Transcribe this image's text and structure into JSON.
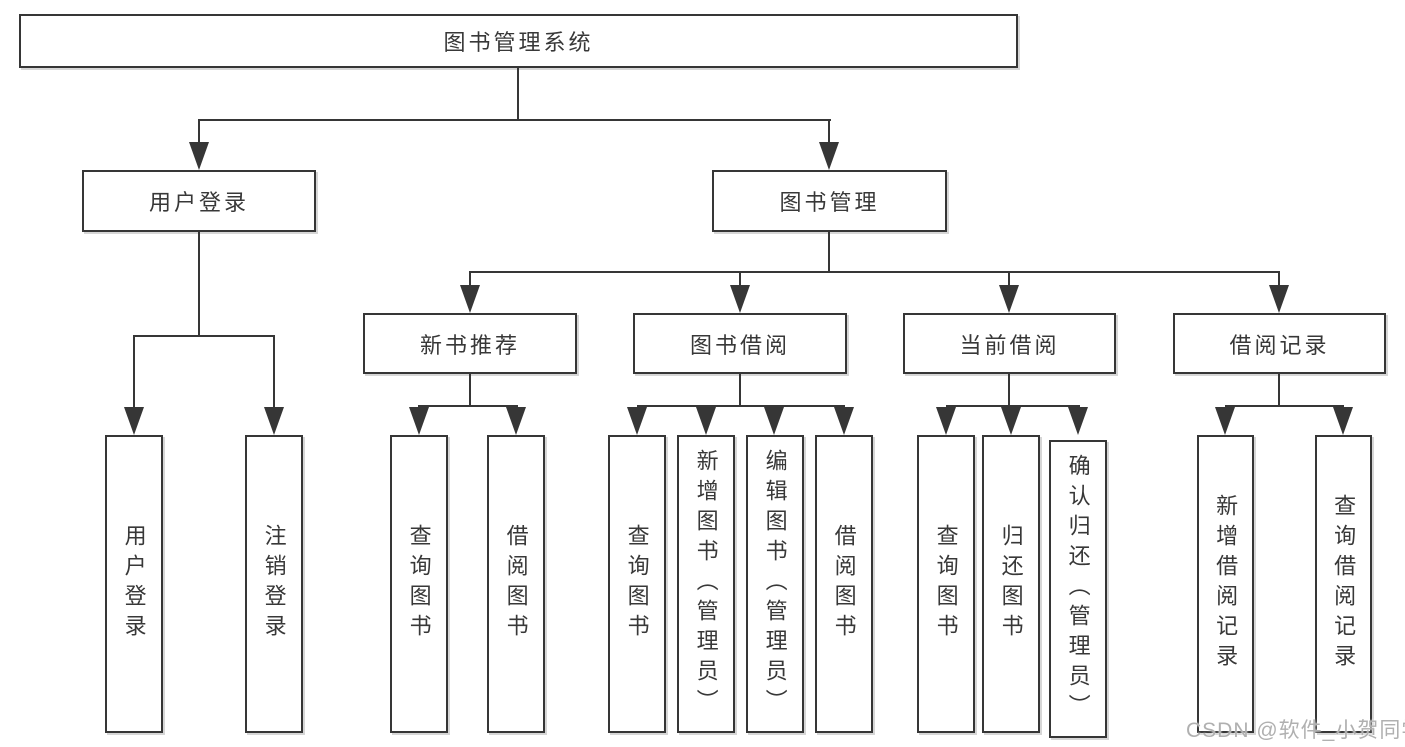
{
  "colors": {
    "line": "#363636",
    "text": "#383838",
    "background": "#ffffff",
    "watermark": "#b0b0b0"
  },
  "tree": {
    "root": {
      "label": "图书管理系统"
    },
    "level2": [
      {
        "label": "用户登录"
      },
      {
        "label": "图书管理"
      }
    ],
    "level3": [
      {
        "label": "新书推荐"
      },
      {
        "label": "图书借阅"
      },
      {
        "label": "当前借阅"
      },
      {
        "label": "借阅记录"
      }
    ],
    "leaf_groups": [
      {
        "parent": "用户登录",
        "items": [
          "用户登录",
          "注销登录"
        ]
      },
      {
        "parent": "新书推荐",
        "items": [
          "查询图书",
          "借阅图书"
        ]
      },
      {
        "parent": "图书借阅",
        "items": [
          "查询图书",
          "新增图书（管理员）",
          "编辑图书（管理员）",
          "借阅图书"
        ]
      },
      {
        "parent": "当前借阅",
        "items": [
          "查询图书",
          "归还图书",
          "确认归还（管理员）"
        ]
      },
      {
        "parent": "借阅记录",
        "items": [
          "新增借阅记录",
          "查询借阅记录"
        ]
      }
    ]
  },
  "watermark": {
    "text": "CSDN @软件_小贺同学"
  }
}
